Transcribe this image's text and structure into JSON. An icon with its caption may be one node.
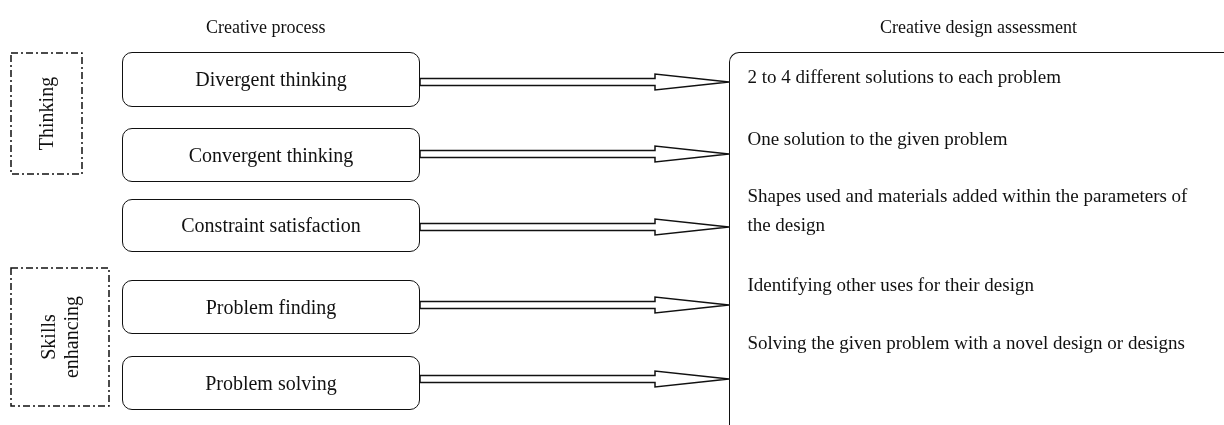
{
  "diagram": {
    "nodes": [
      {
        "text": [
          "Thinking"
        ]
      },
      {
        "text": [
          "Skills enhancing"
        ]
      },
      {
        "text": [
          "Divergent thinking"
        ]
      },
      {
        "text": [
          "Convergent thinking"
        ]
      },
      {
        "text": [
          "Constraint satisfaction"
        ]
      },
      {
        "text": [
          "Problem finding"
        ]
      },
      {
        "text": [
          "Problem solving"
        ]
      },
      {
        "text": [
          "Creative design assessment"
        ]
      },
      {
        "text": [
          "2 to 4 different solutions to each problem"
        ],
        "in": 7
      },
      {
        "text": [
          "One solution to the given problem"
        ],
        "in": 7
      },
      {
        "text": [
          "Shapes used and materials added within the parameters of the design"
        ],
        "in": 7
      },
      {
        "text": [
          "Identifying other uses for their design"
        ],
        "in": 7
      },
      {
        "text": [
          "Solving the given problem with a novel design or designs"
        ],
        "in": 7
      }
    ],
    "edges": [
      {
        "from": 2,
        "to": 8,
        "arrow": "to"
      },
      {
        "from": 3,
        "to": 9,
        "arrow": "to"
      },
      {
        "from": 4,
        "to": 10,
        "arrow": "to"
      },
      {
        "from": 5,
        "to": 11,
        "arrow": "to"
      },
      {
        "from": 6,
        "to": 12,
        "arrow": "to"
      }
    ],
    "labels": [
      "Creative process"
    ]
  }
}
